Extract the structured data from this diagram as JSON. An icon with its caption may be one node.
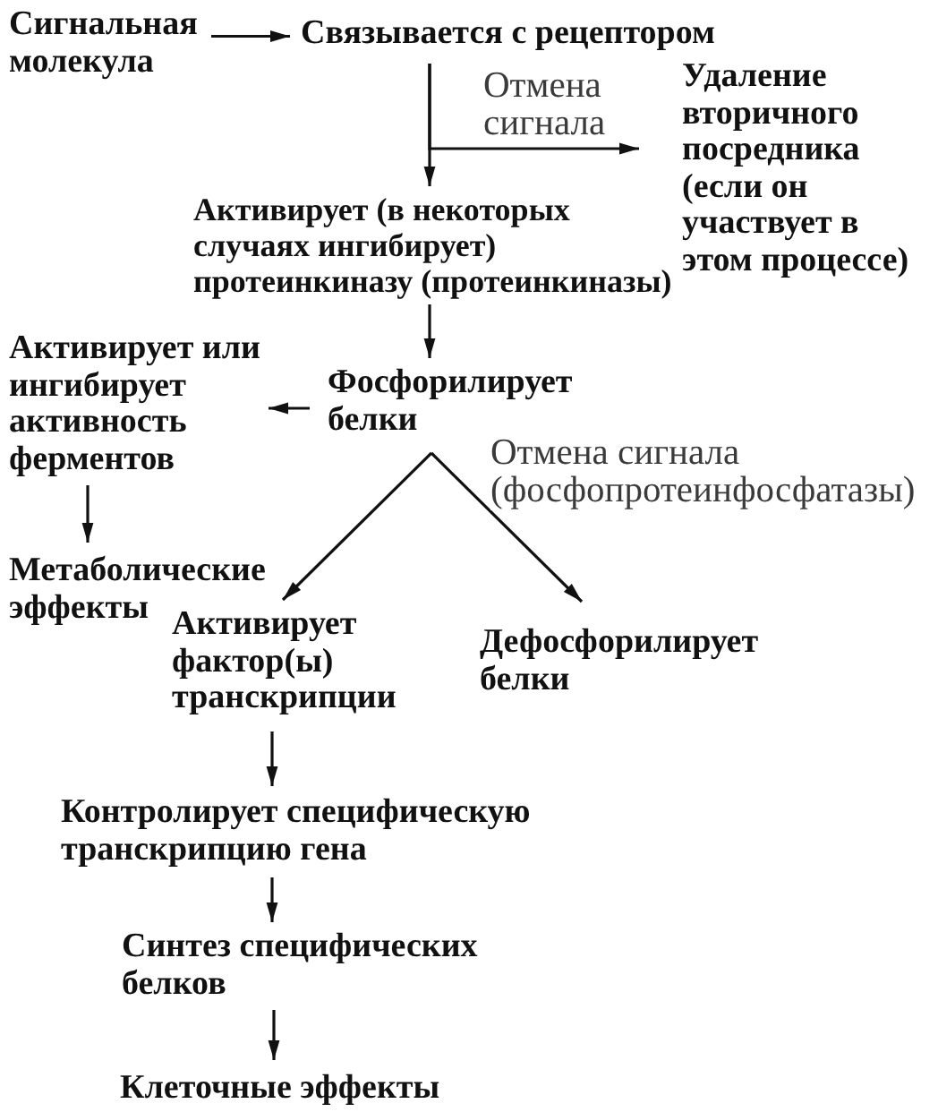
{
  "diagram": {
    "nodes": [
      {
        "text": [
          "Сигнальная молекула"
        ]
      },
      {
        "text": [
          "Связывается с рецептором"
        ]
      },
      {
        "text": [
          "Удаление вторичного посредника (если он участвует в этом процессе)"
        ]
      },
      {
        "text": [
          "Активирует (в некоторых случаях ингибирует) протеинкиназу (протеинкиназы)"
        ]
      },
      {
        "text": [
          "Активирует или ингибирует активность ферментов"
        ]
      },
      {
        "text": [
          "Фосфорилирует белки"
        ]
      },
      {
        "text": [
          "Метаболические эффекты"
        ]
      },
      {
        "text": [
          "Активирует фактор(ы) транскрипции"
        ]
      },
      {
        "text": [
          "Дефосфорилирует белки"
        ]
      },
      {
        "text": [
          "Контролирует специфическую транскрипцию гена"
        ]
      },
      {
        "text": [
          "Синтез специфических белков"
        ]
      },
      {
        "text": [
          "Клеточные эффекты"
        ]
      }
    ],
    "edges": [
      {
        "from": 0,
        "to": 1,
        "arrow": "to"
      },
      {
        "from": 1,
        "to": 3,
        "arrow": "to"
      },
      {
        "from": 1,
        "to": 2,
        "arrow": "to",
        "label": "Отмена сигнала"
      },
      {
        "from": 3,
        "to": 5,
        "arrow": "to"
      },
      {
        "from": 5,
        "to": 4,
        "arrow": "to"
      },
      {
        "from": 4,
        "to": 6,
        "arrow": "to"
      },
      {
        "from": 5,
        "to": 7,
        "arrow": "to"
      },
      {
        "from": 5,
        "to": 8,
        "arrow": "to",
        "label": "Отмена сигнала (фосфопротеинфосфатазы)"
      },
      {
        "from": 7,
        "to": 9,
        "arrow": "to"
      },
      {
        "from": 9,
        "to": 10,
        "arrow": "to"
      },
      {
        "from": 10,
        "to": 11,
        "arrow": "to"
      }
    ]
  }
}
